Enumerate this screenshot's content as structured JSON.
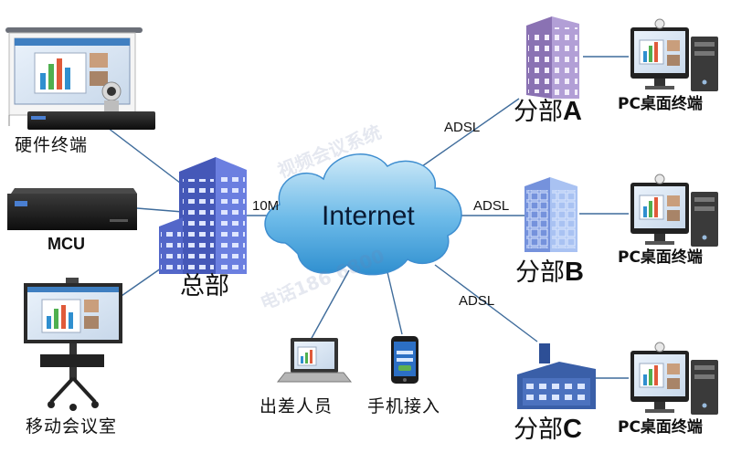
{
  "cloud": {
    "label": "Internet"
  },
  "hq": {
    "label": "总部"
  },
  "devices": {
    "hardware_terminal": "硬件终端",
    "mcu": "MCU",
    "mobile_room": "移动会议室",
    "travel_staff": "出差人员",
    "mobile_access": "手机接入"
  },
  "branches": [
    {
      "prefix": "分部",
      "letter": "A",
      "pc_label": "PC桌面终端"
    },
    {
      "prefix": "分部",
      "letter": "B",
      "pc_label": "PC桌面终端"
    },
    {
      "prefix": "分部",
      "letter": "C",
      "pc_label": "PC桌面终端"
    }
  ],
  "links": {
    "hq_link": "10M",
    "adsl_a": "ADSL",
    "adsl_b": "ADSL",
    "adsl_c": "ADSL"
  },
  "watermark": {
    "line1": "视频会议系统",
    "line2": "电话186 6800"
  },
  "colors": {
    "cloud": "#5fb4e6",
    "building_hq": "#5b6fd1",
    "building_a": "#9c86c2",
    "building_b": "#8aa9e8",
    "building_c": "#3a5fa8",
    "link_line": "#3f6c9b"
  }
}
